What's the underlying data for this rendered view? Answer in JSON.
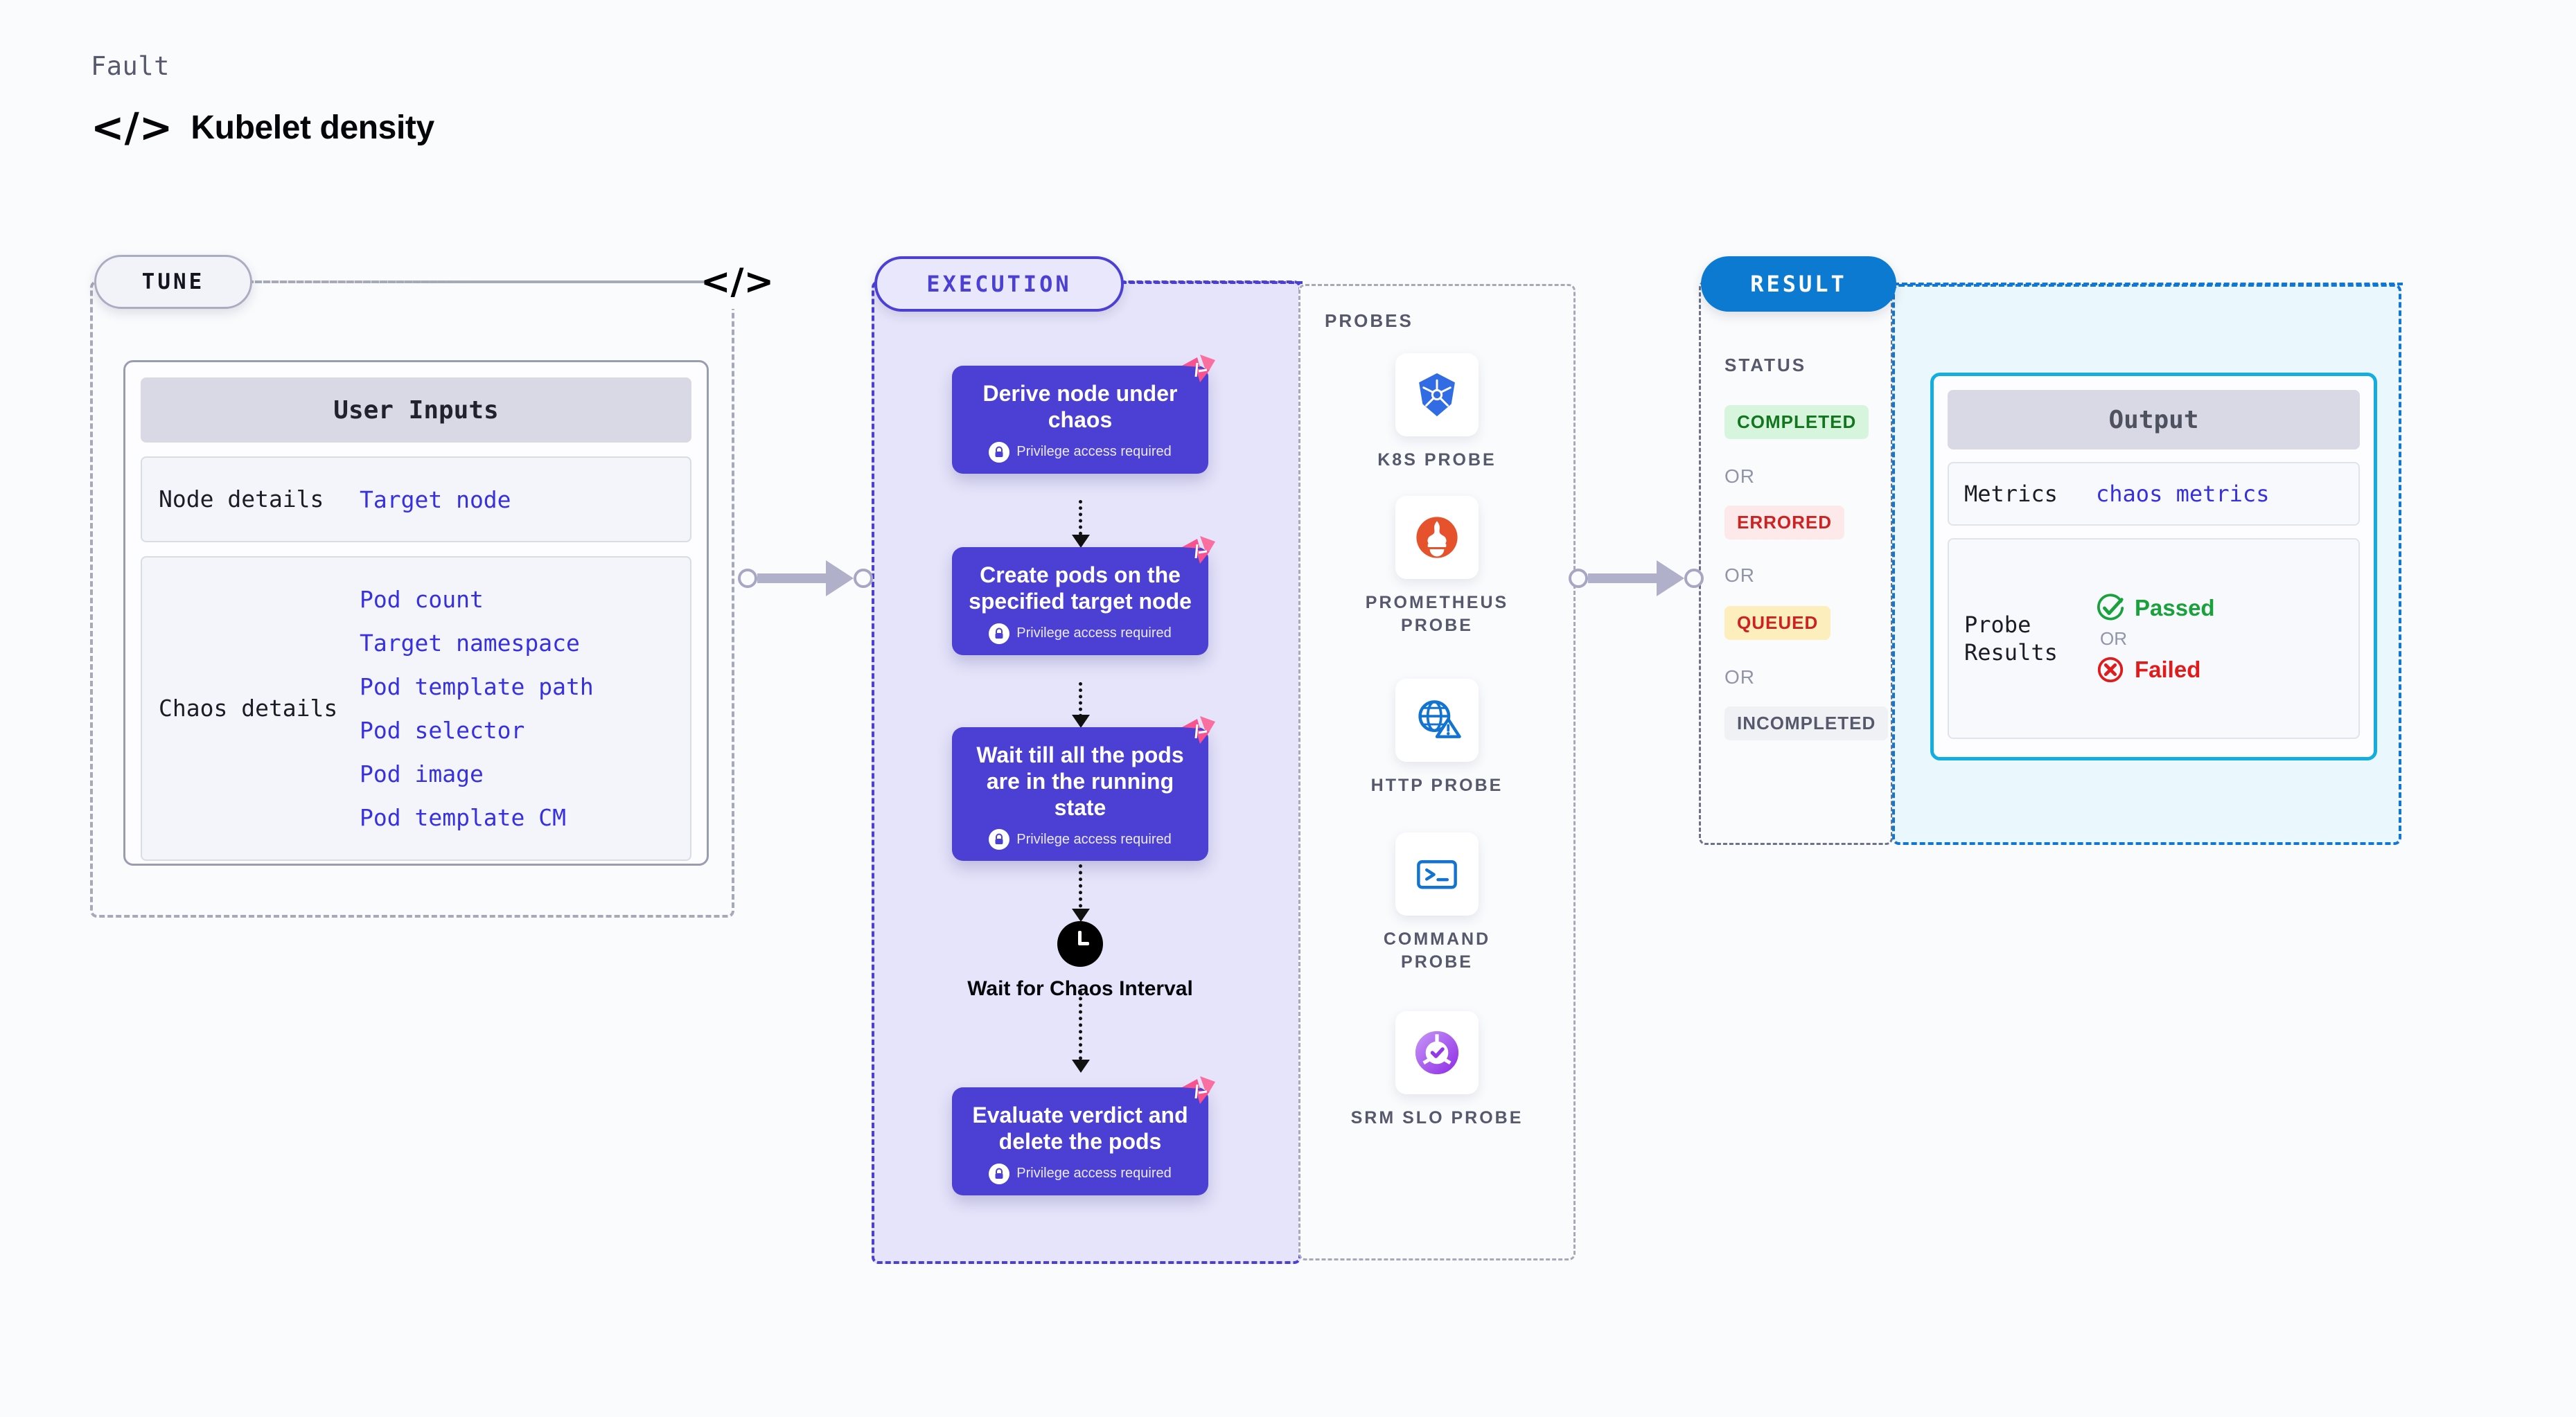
{
  "header": {
    "kicker": "Fault",
    "code_icon": "</>",
    "title": "Kubelet density"
  },
  "stages": {
    "tune": {
      "badge": "TUNE",
      "code_icon": "</>"
    },
    "execution": {
      "badge": "EXECUTION"
    },
    "result": {
      "badge": "RESULT"
    }
  },
  "tune": {
    "card_title": "User Inputs",
    "groups": [
      {
        "label": "Node details",
        "values": [
          "Target node"
        ]
      },
      {
        "label": "Chaos details",
        "values": [
          "Pod count",
          "Target namespace",
          "Pod template path",
          "Pod selector",
          "Pod image",
          "Pod template CM"
        ]
      }
    ]
  },
  "execution": {
    "privilege_note": "Privilege access required",
    "steps": [
      {
        "title": "Derive node under chaos",
        "privileged": true
      },
      {
        "title": "Create pods on the specified target node",
        "privileged": true
      },
      {
        "title": "Wait till all the pods are in the running state",
        "privileged": true
      },
      {
        "title": "Evaluate verdict and delete the pods",
        "privileged": true
      }
    ],
    "wait": {
      "label": "Wait for Chaos Interval",
      "icon": "clock-icon"
    }
  },
  "probes": {
    "title": "PROBES",
    "items": [
      {
        "label": "K8S PROBE",
        "icon": "kubernetes-icon"
      },
      {
        "label": "PROMETHEUS PROBE",
        "icon": "prometheus-icon"
      },
      {
        "label": "HTTP PROBE",
        "icon": "globe-warning-icon"
      },
      {
        "label": "COMMAND PROBE",
        "icon": "terminal-icon"
      },
      {
        "label": "SRM SLO PROBE",
        "icon": "slo-donut-icon"
      }
    ]
  },
  "status": {
    "title": "STATUS",
    "or_label": "OR",
    "items": [
      {
        "label": "COMPLETED",
        "tone": "success"
      },
      {
        "label": "ERRORED",
        "tone": "error"
      },
      {
        "label": "QUEUED",
        "tone": "warning"
      },
      {
        "label": "INCOMPLETED",
        "tone": "neutral"
      }
    ]
  },
  "output": {
    "card_title": "Output",
    "metrics_label": "Metrics",
    "metrics_value": "chaos metrics",
    "probe_results_label": "Probe Results",
    "or_label": "OR",
    "passed_label": "Passed",
    "failed_label": "Failed"
  },
  "colors": {
    "accent_purple": "#4b3fd4",
    "accent_blue": "#0d7ad2",
    "accent_cyan": "#12aee0",
    "link_blue": "#3730e0",
    "ribbon_pink": "#f9538f",
    "success_green": "#19a13b",
    "error_red": "#e01b1b",
    "warning_amber": "#fdeebd",
    "neutral_gray": "#55596b"
  }
}
